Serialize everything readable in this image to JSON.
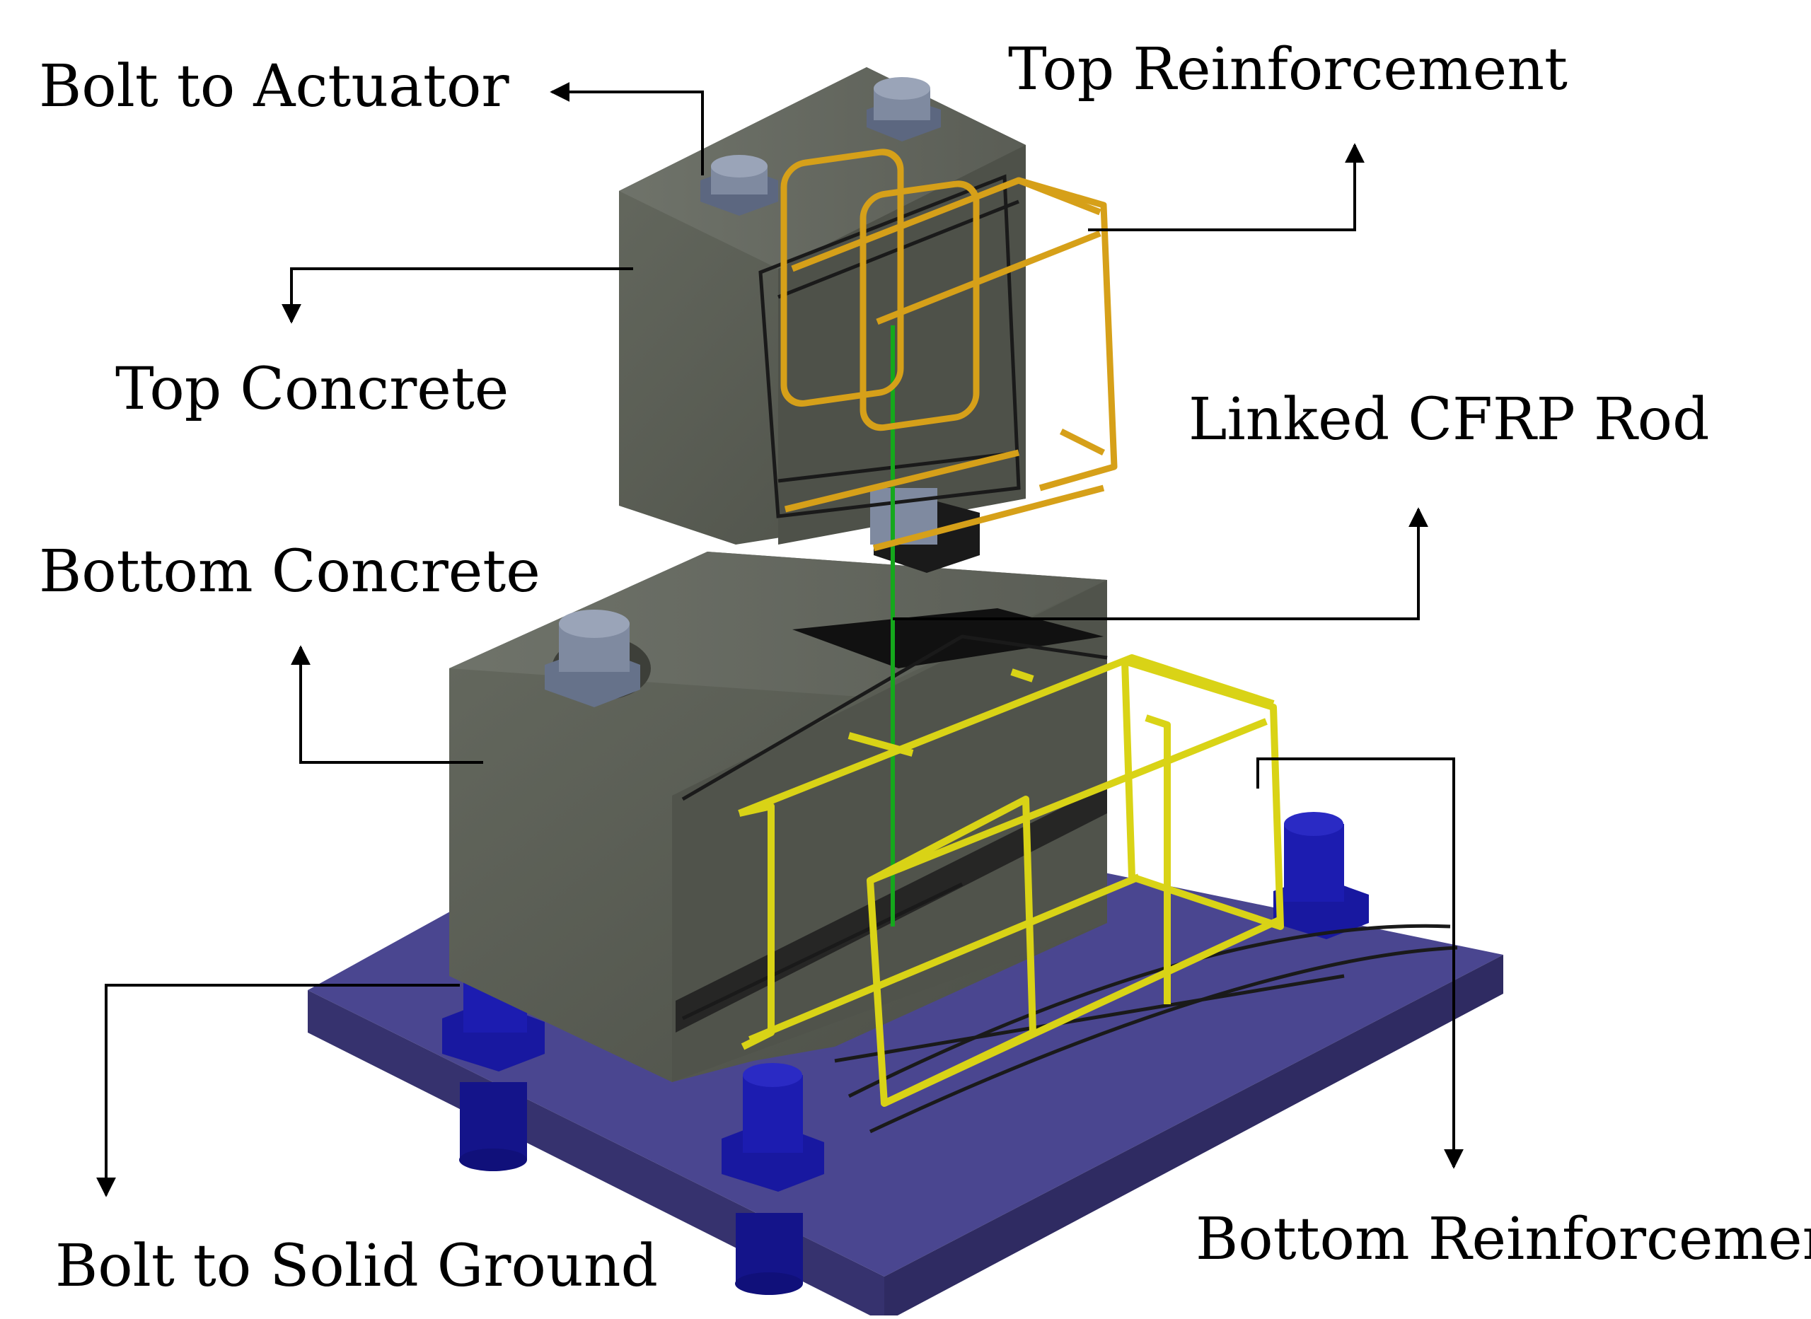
{
  "labels": {
    "bolt_to_actuator": "Bolt to Actuator",
    "top_reinforcement": "Top Reinforcement",
    "top_concrete": "Top Concrete",
    "linked_cfrp_rod": "Linked CFRP Rod",
    "bottom_concrete": "Bottom Concrete",
    "bottom_reinforcement": "Bottom Reinforcement",
    "bolt_to_solid_ground": "Bolt to Solid Ground"
  },
  "colors": {
    "concrete": "#5b5e55",
    "concrete_dark": "#3f423a",
    "concrete_light": "#6e7168",
    "base_plate": "#4a4690",
    "base_plate_side": "#36326e",
    "bolt_blue": "#1a1a9a",
    "bolt_grey": "#7f8aa0",
    "top_rebar": "#d6a019",
    "bottom_rebar": "#d9d316",
    "cfrp_rod": "#15a81c",
    "arrow": "#000000"
  }
}
